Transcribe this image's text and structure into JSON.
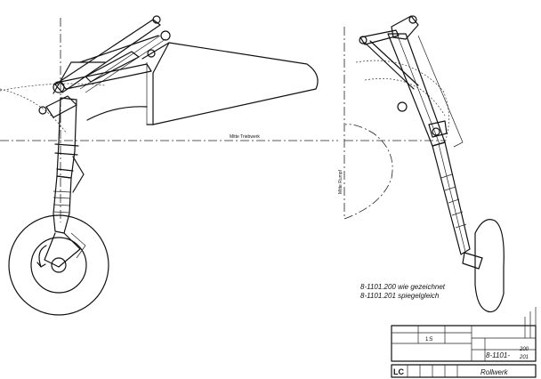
{
  "labels": {
    "mitte_triebwerk": "Mitte Triebwerk",
    "mitte_rumpf": "Mitte Rumpf"
  },
  "notes": {
    "line1": "8-1101.200 wie gezeichnet",
    "line2": "8-1101.201 spiegelgleich"
  },
  "title_block": {
    "massstab": "1:5",
    "drawing_no_prefix": "8-1101-",
    "drawing_no_a": "200",
    "drawing_no_b": "201",
    "code": "LC",
    "title": "Rollwerk"
  }
}
